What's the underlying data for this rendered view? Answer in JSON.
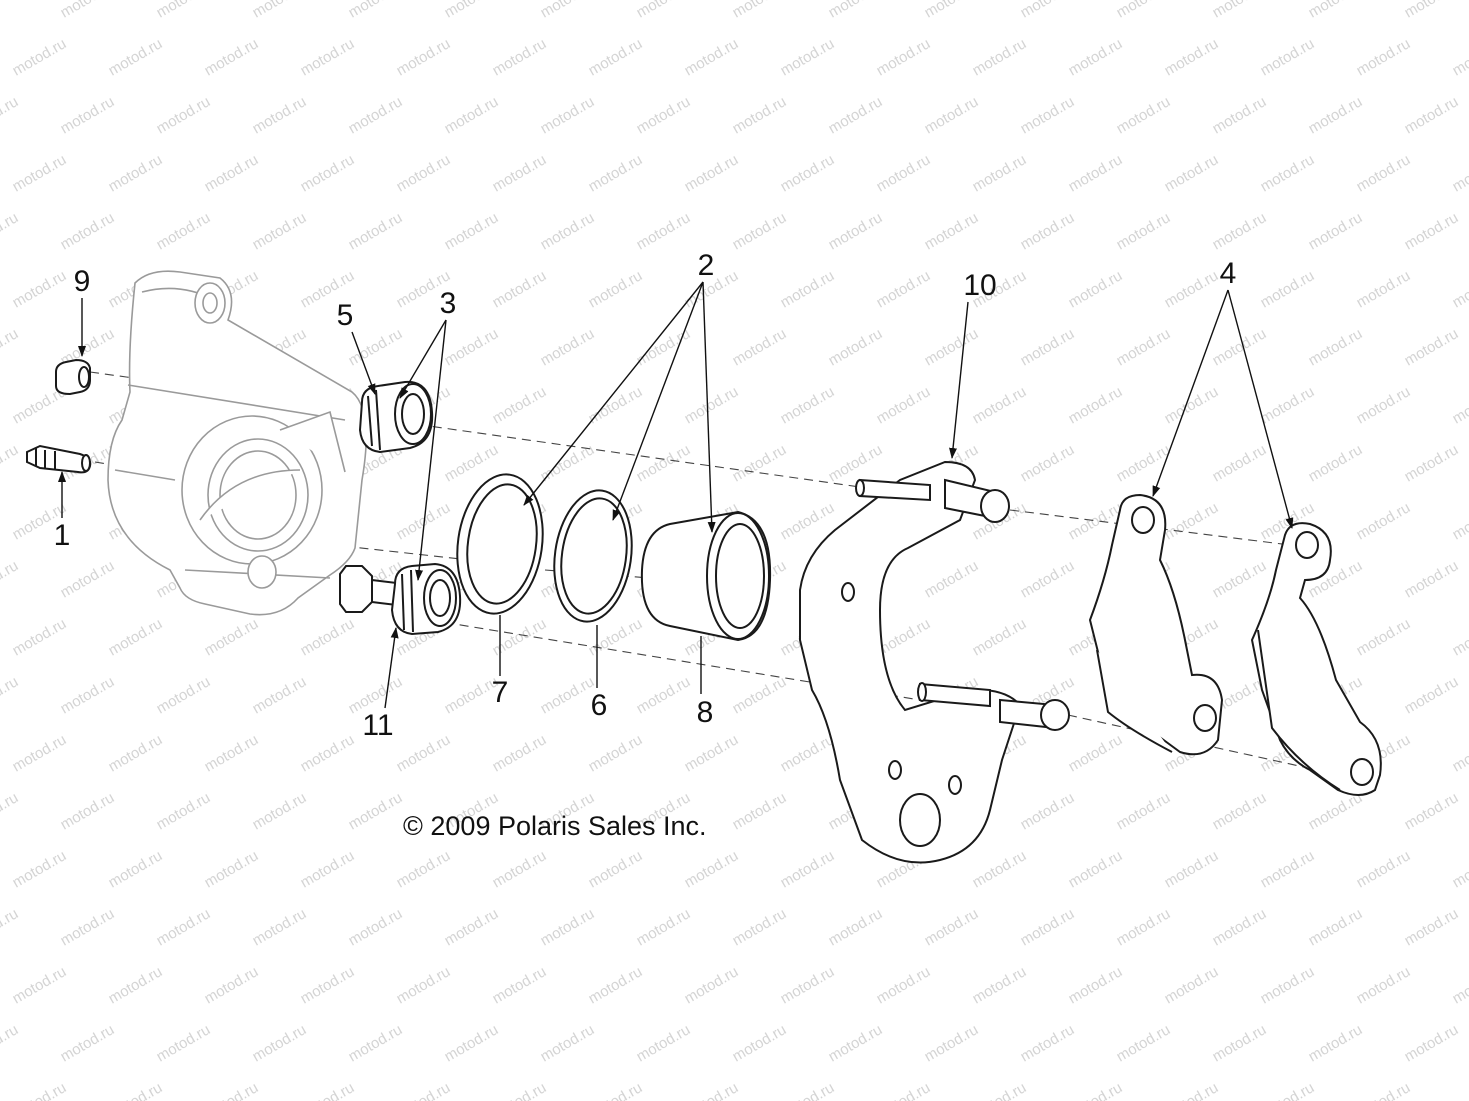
{
  "diagram": {
    "callouts": {
      "c1": "1",
      "c2": "2",
      "c3": "3",
      "c4": "4",
      "c5": "5",
      "c6": "6",
      "c7": "7",
      "c8": "8",
      "c9": "9",
      "c10": "10",
      "c11": "11"
    },
    "copyright": "© 2009 Polaris Sales Inc.",
    "watermark": "motod.ru"
  }
}
